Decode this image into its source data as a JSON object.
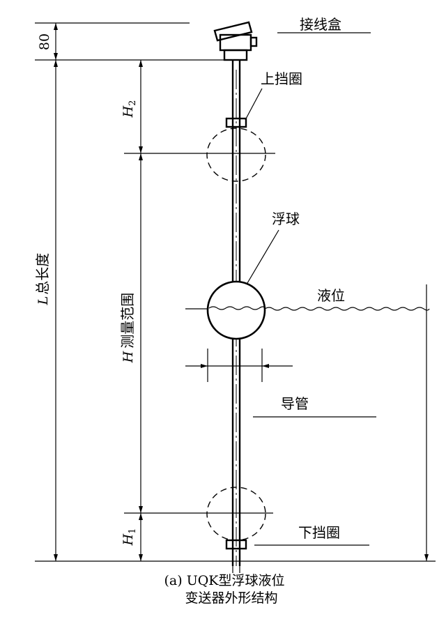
{
  "labels": {
    "junction_box": "接线盒",
    "upper_ring": "上挡圈",
    "float_ball": "浮球",
    "liquid_level": "液位",
    "guide_tube": "导管",
    "lower_ring": "下挡圈"
  },
  "dimensions": {
    "top_height": "80",
    "h2": "H",
    "h2_sub": "2",
    "h1": "H",
    "h1_sub": "1",
    "total_L": "L",
    "total_text": "总长度",
    "range_H": "H",
    "range_text": "测量范围"
  },
  "caption": {
    "line1": "(a) UQK型浮球液位",
    "line2": "变送器外形结构"
  }
}
